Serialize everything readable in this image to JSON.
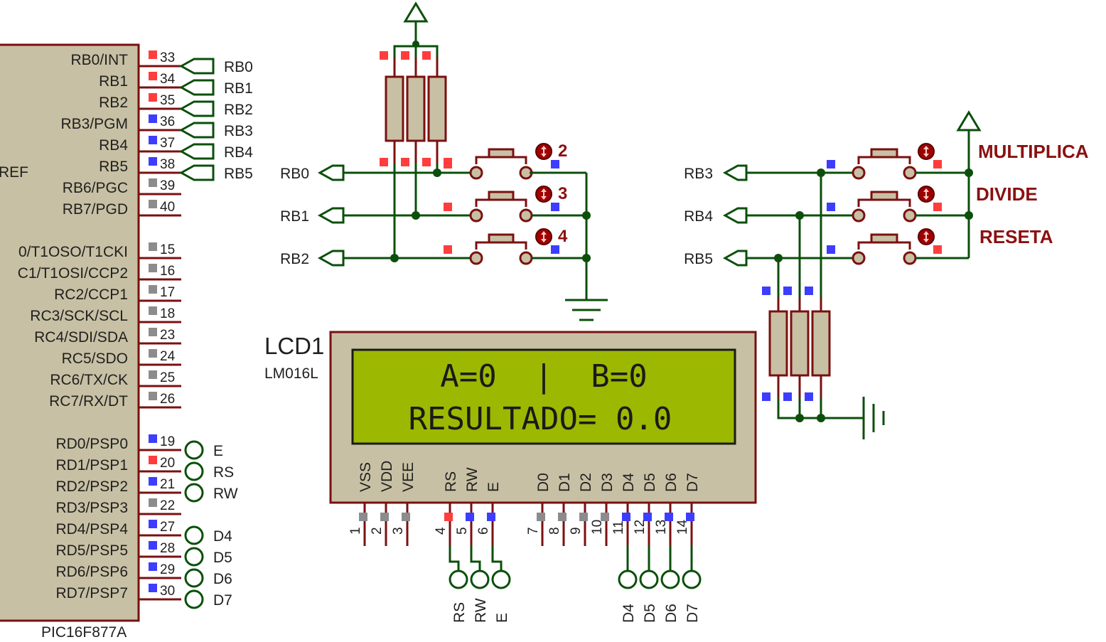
{
  "colors": {
    "wire": "#0b4f0b",
    "body": "#c8c0a4",
    "outline": "#7a1010",
    "lcd_screen": "#9db800",
    "pin_low": "#3d3dff",
    "pin_high": "#ff3d3d",
    "pin_float": "#8c8c8c",
    "label_red": "#8b1010"
  },
  "mcu": {
    "part": "PIC16F877A",
    "ref_fragment": "REF",
    "pins_b": [
      {
        "name": "RB0/INT",
        "num": "33",
        "state": "high",
        "net": "RB0"
      },
      {
        "name": "RB1",
        "num": "34",
        "state": "high",
        "net": "RB1"
      },
      {
        "name": "RB2",
        "num": "35",
        "state": "high",
        "net": "RB2"
      },
      {
        "name": "RB3/PGM",
        "num": "36",
        "state": "low",
        "net": "RB3"
      },
      {
        "name": "RB4",
        "num": "37",
        "state": "low",
        "net": "RB4"
      },
      {
        "name": "RB5",
        "num": "38",
        "state": "low",
        "net": "RB5"
      },
      {
        "name": "RB6/PGC",
        "num": "39",
        "state": "float",
        "net": ""
      },
      {
        "name": "RB7/PGD",
        "num": "40",
        "state": "float",
        "net": ""
      }
    ],
    "pins_c": [
      {
        "name": "0/T1OSO/T1CKI",
        "num": "15",
        "state": "float"
      },
      {
        "name": "C1/T1OSI/CCP2",
        "num": "16",
        "state": "float"
      },
      {
        "name": "RC2/CCP1",
        "num": "17",
        "state": "float"
      },
      {
        "name": "RC3/SCK/SCL",
        "num": "18",
        "state": "float"
      },
      {
        "name": "RC4/SDI/SDA",
        "num": "23",
        "state": "float"
      },
      {
        "name": "RC5/SDO",
        "num": "24",
        "state": "float"
      },
      {
        "name": "RC6/TX/CK",
        "num": "25",
        "state": "float"
      },
      {
        "name": "RC7/RX/DT",
        "num": "26",
        "state": "float"
      }
    ],
    "pins_d": [
      {
        "name": "RD0/PSP0",
        "num": "19",
        "state": "low",
        "net": "E"
      },
      {
        "name": "RD1/PSP1",
        "num": "20",
        "state": "high",
        "net": "RS"
      },
      {
        "name": "RD2/PSP2",
        "num": "21",
        "state": "low",
        "net": "RW"
      },
      {
        "name": "RD3/PSP3",
        "num": "22",
        "state": "float",
        "net": ""
      },
      {
        "name": "RD4/PSP4",
        "num": "27",
        "state": "low",
        "net": "D4"
      },
      {
        "name": "RD5/PSP5",
        "num": "28",
        "state": "low",
        "net": "D5"
      },
      {
        "name": "RD6/PSP6",
        "num": "29",
        "state": "low",
        "net": "D6"
      },
      {
        "name": "RD7/PSP7",
        "num": "30",
        "state": "low",
        "net": "D7"
      }
    ]
  },
  "left_buttons": {
    "nets": [
      "RB0",
      "RB1",
      "RB2"
    ],
    "numbers": [
      "2",
      "3",
      "4"
    ]
  },
  "right_buttons": {
    "nets": [
      "RB3",
      "RB4",
      "RB5"
    ],
    "labels": [
      "MULTIPLICA",
      "DIVIDE",
      "RESETA"
    ]
  },
  "lcd": {
    "ref": "LCD1",
    "model": "LM016L",
    "line1": "A=0  |  B=0",
    "line2": "RESULTADO= 0.0",
    "pins": [
      {
        "name": "VSS",
        "num": "1",
        "state": "float"
      },
      {
        "name": "VDD",
        "num": "2",
        "state": "float"
      },
      {
        "name": "VEE",
        "num": "3",
        "state": "float"
      },
      {
        "name": "RS",
        "num": "4",
        "state": "high"
      },
      {
        "name": "RW",
        "num": "5",
        "state": "low"
      },
      {
        "name": "E",
        "num": "6",
        "state": "low"
      },
      {
        "name": "D0",
        "num": "7",
        "state": "float"
      },
      {
        "name": "D1",
        "num": "8",
        "state": "float"
      },
      {
        "name": "D2",
        "num": "9",
        "state": "float"
      },
      {
        "name": "D3",
        "num": "10",
        "state": "float"
      },
      {
        "name": "D4",
        "num": "11",
        "state": "low"
      },
      {
        "name": "D5",
        "num": "12",
        "state": "low"
      },
      {
        "name": "D6",
        "num": "13",
        "state": "low"
      },
      {
        "name": "D7",
        "num": "14",
        "state": "low"
      }
    ],
    "bottom_nets": [
      "RS",
      "RW",
      "E",
      "D4",
      "D5",
      "D6",
      "D7"
    ]
  }
}
